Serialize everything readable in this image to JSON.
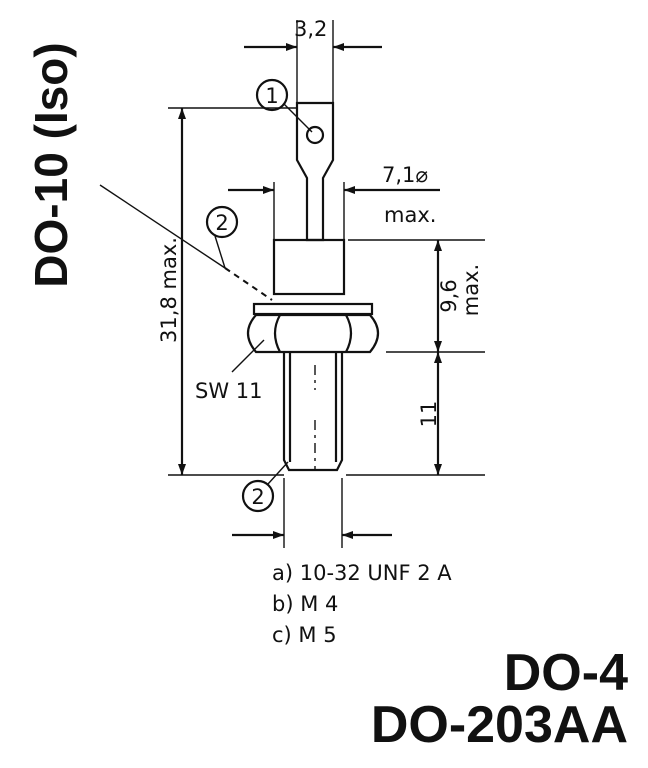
{
  "package_side_label": "DO-10 (Iso)",
  "package_title_line1": "DO-4",
  "package_title_line2": "DO-203AA",
  "dimensions": {
    "terminal_width": "3,2",
    "terminal_diameter": "7,1⌀",
    "terminal_max": "max.",
    "overall_length": "31,8 max.",
    "body_height": "9,6",
    "body_height_max": "max.",
    "stud_length": "11",
    "wrench_size": "SW 11"
  },
  "callouts": {
    "terminal": "1",
    "insulated_part": "2",
    "stud_end": "2"
  },
  "thread_options": [
    "a) 10-32 UNF 2 A",
    "b) M 4",
    "c) M 5"
  ]
}
